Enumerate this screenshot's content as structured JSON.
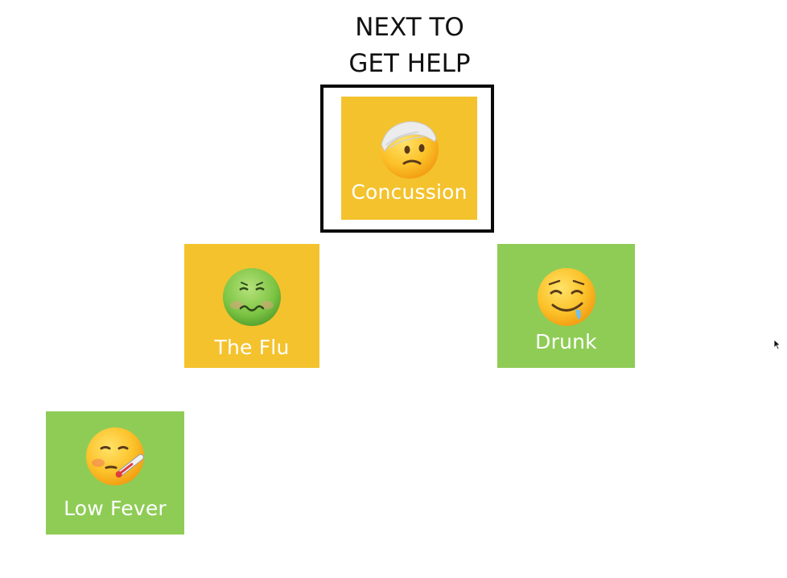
{
  "heading": {
    "line1": "NEXT TO",
    "line2": "GET HELP"
  },
  "colors": {
    "yellow": "#f4c22d",
    "green": "#8fcc56",
    "frame": "#0a0a0a"
  },
  "cards": [
    {
      "label": "Concussion",
      "icon": "head-bandage-icon",
      "color": "#f4c22d",
      "highlighted": true
    },
    {
      "label": "The Flu",
      "icon": "nauseated-face-icon",
      "color": "#f4c22d",
      "highlighted": false
    },
    {
      "label": "Drunk",
      "icon": "drooling-face-icon",
      "color": "#8fcc56",
      "highlighted": false
    },
    {
      "label": "Low Fever",
      "icon": "thermometer-face-icon",
      "color": "#8fcc56",
      "highlighted": false
    }
  ]
}
